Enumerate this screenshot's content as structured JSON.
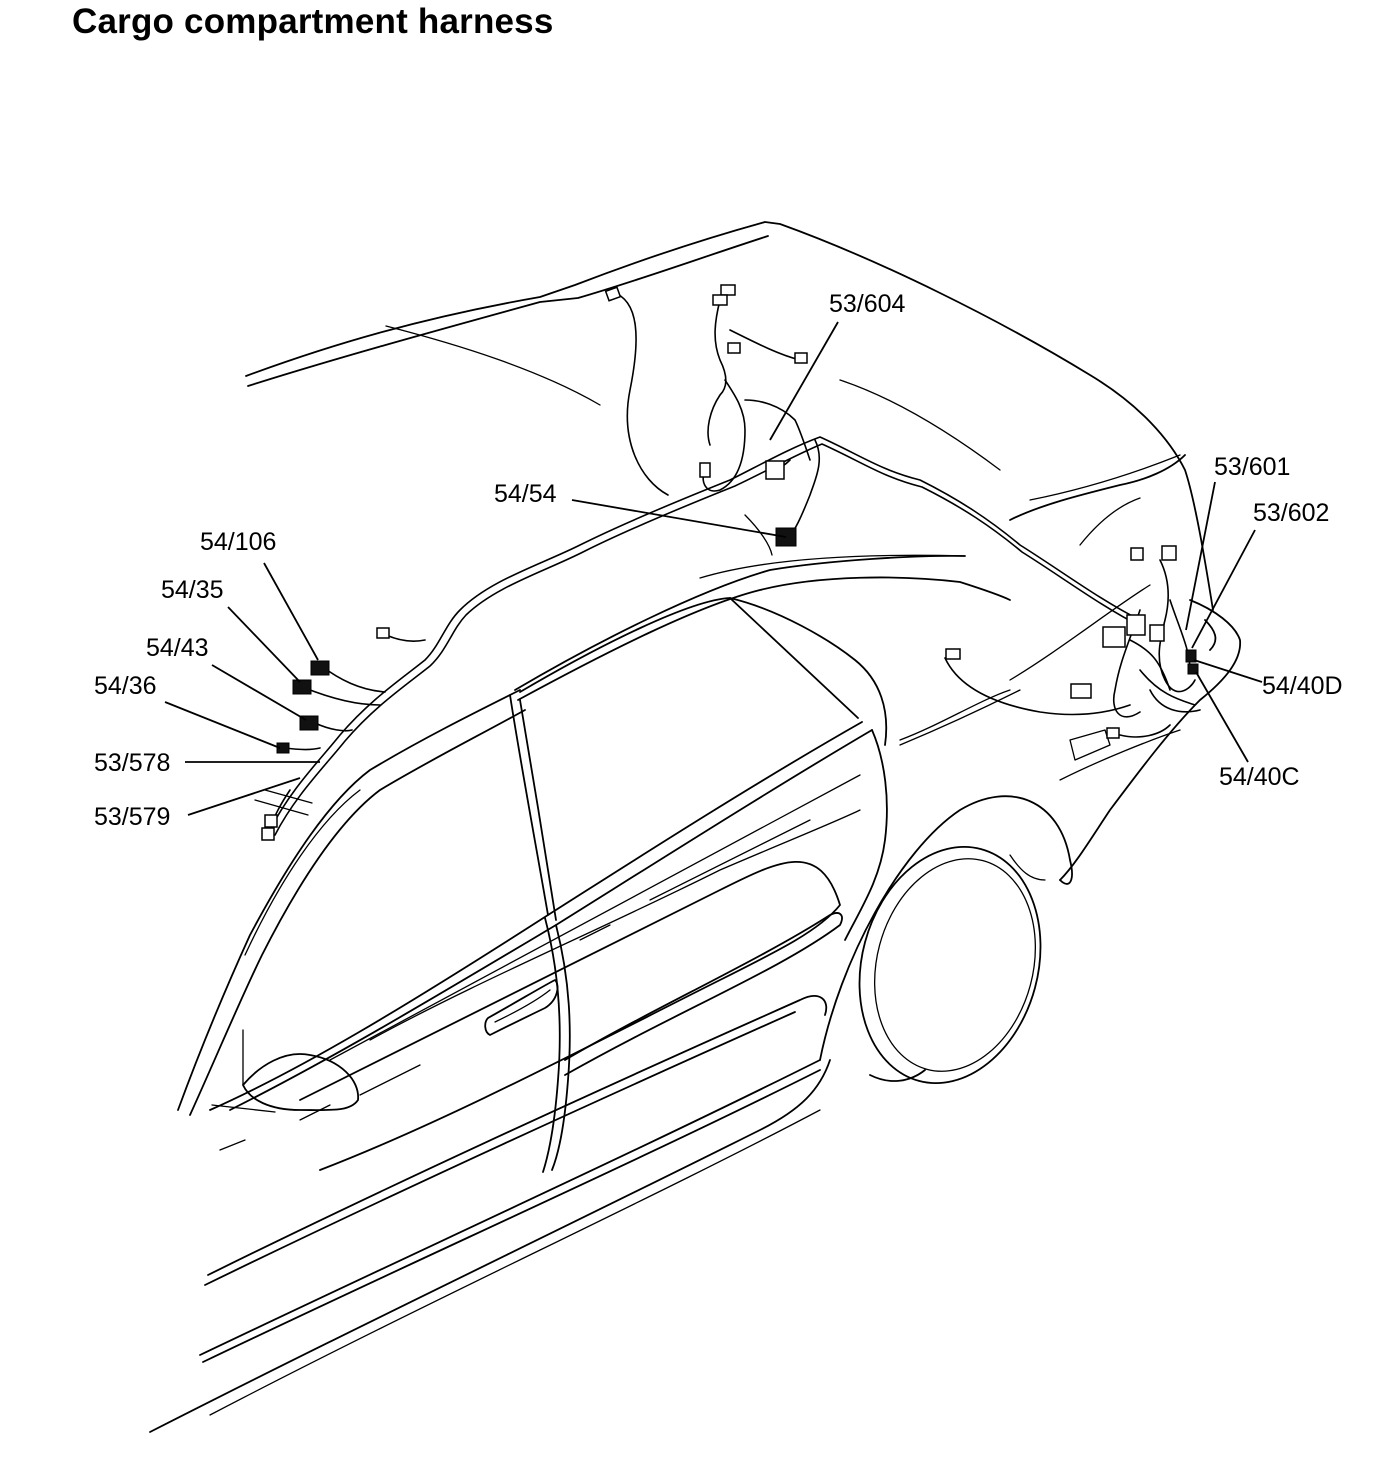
{
  "title": "Cargo compartment harness",
  "labels": {
    "l_53_604": "53/604",
    "l_54_54": "54/54",
    "l_54_106": "54/106",
    "l_54_35": "54/35",
    "l_54_43": "54/43",
    "l_54_36": "54/36",
    "l_53_578": "53/578",
    "l_53_579": "53/579",
    "l_53_601": "53/601",
    "l_53_602": "53/602",
    "l_54_40D": "54/40D",
    "l_54_40C": "54/40C"
  }
}
